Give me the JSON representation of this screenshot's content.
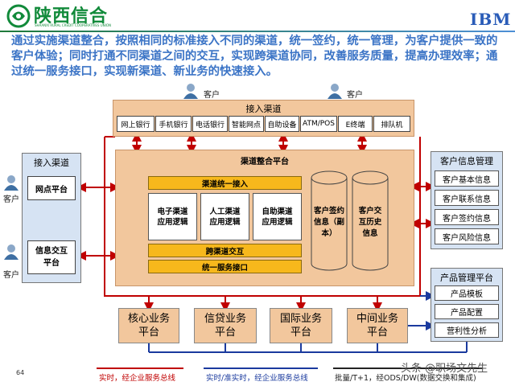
{
  "header": {
    "logo_text": "陕西信合",
    "logo_subtext": "SHAANXI RURAL CREDIT COOPERATIVES UNION",
    "ibm": "IBM"
  },
  "intro": "通过实施渠道整合，按照相同的标准接入不同的渠道，统一签约，统一管理，为客户提供一致的客户体验；同时打通不同渠道之间的交互，实现跨渠道协同，改善服务质量，提高办理效率；通过统一服务接口，实现新渠道、新业务的快速接入。",
  "customer_label": "客户",
  "top_channel": {
    "title": "接入渠道",
    "items": [
      "网上银行",
      "手机银行",
      "电话银行",
      "智能网点",
      "自助设备",
      "ATM/POS",
      "E终端",
      "排队机"
    ]
  },
  "left_channel": {
    "title": "接入渠道",
    "items": [
      "网点平台",
      "信息交互平台"
    ]
  },
  "integration": {
    "title": "渠道整合平台",
    "unified_access": "渠道统一接入",
    "logic": [
      "电子渠道应用逻辑",
      "人工渠道应用逻辑",
      "自助渠道应用逻辑"
    ],
    "cross_channel": "跨渠道交互",
    "service_interface": "统一服务接口",
    "cylinders": [
      "客户签约信息（副本）",
      "客户交互历史信息"
    ]
  },
  "business": [
    "核心业务平台",
    "信贷业务平台",
    "国际业务平台",
    "中间业务平台"
  ],
  "customer_info": {
    "title": "客户信息管理",
    "items": [
      "客户基本信息",
      "客户联系信息",
      "客户签约信息",
      "客户风险信息"
    ]
  },
  "product_mgmt": {
    "title": "产品管理平台",
    "items": [
      "产品模板",
      "产品配置",
      "营利性分析"
    ]
  },
  "legend": [
    "实时，经企业服务总线",
    "实时/准实时，经企业服务总线",
    "批量/T+1，经ODS/DW(数据交换和集成)"
  ],
  "page_number": "64",
  "watermark": "头条 @职场文先生",
  "colors": {
    "realtime": "#c00000",
    "near_realtime": "#1a3a9e",
    "batch": "#222222",
    "panel": "#f2c79d",
    "bar": "#f7b81c",
    "side_panel": "#d6e3f3",
    "intro_text": "#3b74c6"
  }
}
